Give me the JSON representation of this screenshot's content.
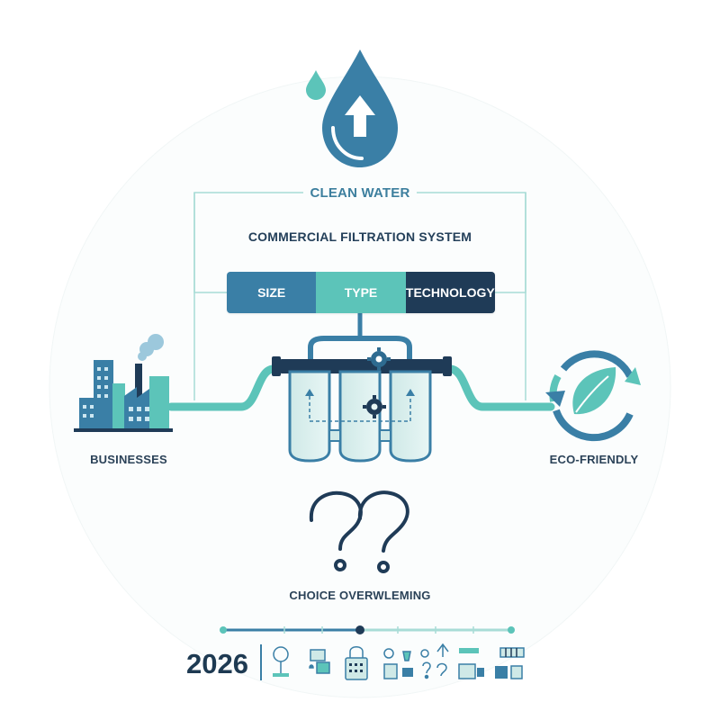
{
  "title": "CLEAN WATER",
  "subtitle": "COMMERCIAL FILTRATION SYSTEM",
  "segments": [
    "SIZE",
    "TYPE",
    "TECHNOLOGY"
  ],
  "left_label": "BUSINESSES",
  "right_label": "ECO-FRIENDLY",
  "bottom_label": "CHOICE OVERWLEMING",
  "timeline_year": "2026",
  "colors": {
    "navy": "#1f3b57",
    "blue": "#3a7fa6",
    "teal": "#5cc4b9",
    "light": "#dff0ef"
  },
  "icons": [
    "water-drop-up-icon",
    "factory-icon",
    "water-filter-icon",
    "recycle-leaf-icon",
    "question-marks-icon",
    "timeline-icons"
  ]
}
